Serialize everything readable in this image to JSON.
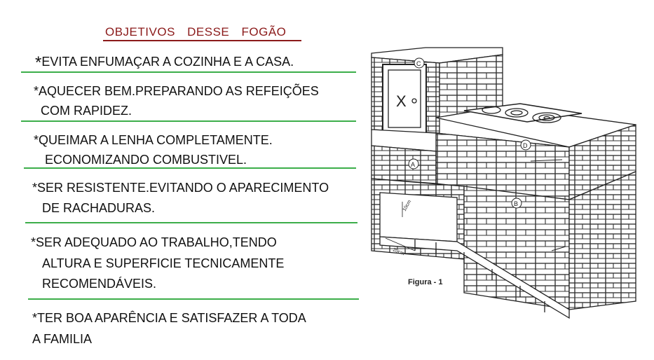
{
  "title": "OBJETIVOS DESSE FOGÃO",
  "objectives": [
    {
      "star": "*",
      "lines": [
        "EVITA ENFUMAÇAR A COZINHA E A CASA."
      ]
    },
    {
      "star": "*",
      "lines": [
        "AQUECER BEM.PREPARANDO AS REFEIÇÕES",
        "COM RAPIDEZ."
      ]
    },
    {
      "star": "*",
      "lines": [
        "QUEIMAR A LENHA COMPLETAMENTE.",
        "ECONOMIZANDO COMBUSTIVEL."
      ]
    },
    {
      "star": "*",
      "lines": [
        "SER RESISTENTE.EVITANDO O APARECIMENTO",
        "DE RACHADURAS."
      ]
    },
    {
      "star": "*",
      "lines": [
        "SER ADEQUADO AO TRABALHO,TENDO",
        "ALTURA E SUPERFICIE TECNICAMENTE",
        "RECOMENDÁVEIS."
      ]
    },
    {
      "star": "*",
      "lines": [
        "TER BOA APARÊNCIA E SATISFAZER A TODA",
        "A FAMILIA"
      ]
    }
  ],
  "figure": {
    "caption": "Figura - 1",
    "labels": [
      "C",
      "D",
      "A",
      "B"
    ],
    "dims": [
      "10cm",
      "20cm"
    ],
    "fire_door_mark": "X"
  },
  "colors": {
    "title": "#8b1a1a",
    "separator": "#3cae4a"
  }
}
